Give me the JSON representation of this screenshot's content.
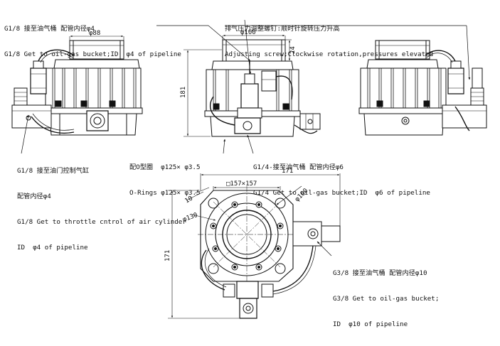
{
  "callouts": {
    "top_left": {
      "zh": "G1/8 接至油气桶 配管内径φ4",
      "en": "G1/8 Get to oil-gas bucket;ID  φ4 of pipeline"
    },
    "top_right": {
      "zh": "排气压力调整螺钉:顺时针旋转压力升高",
      "en": "Adjusting screw;Clockwise rotation,pressures elevated"
    },
    "throttle": {
      "zh1": "G1/8 接至油门控制气缸",
      "zh2": "配管内径φ4",
      "en1": "G1/8 Get to throttle cntrol of air cylinder",
      "en2": "ID  φ4 of pipeline"
    },
    "oring": {
      "zh": "配O型圈  φ125× φ3.5",
      "en": "O-Rings φ125× φ3.5"
    },
    "g14": {
      "zh": "G1/4-接至油气桶 配管内径φ6",
      "en": "G1/4 Get to oil-gas bucket;ID  φ6 of pipeline"
    },
    "g38": {
      "zh": "G3/8 接至油气桶 配管内径φ10",
      "en1": "G3/8 Get to oil-gas bucket;",
      "en2": "ID  φ10 of pipeline"
    }
  },
  "dimensions": {
    "d88": "φ88",
    "d100": "φ100",
    "h24": "24",
    "h181": "181",
    "w171": "171",
    "sq157": "□157×157",
    "d160": "φ160",
    "d130": "φ130",
    "r10": "10",
    "h171": "171"
  }
}
